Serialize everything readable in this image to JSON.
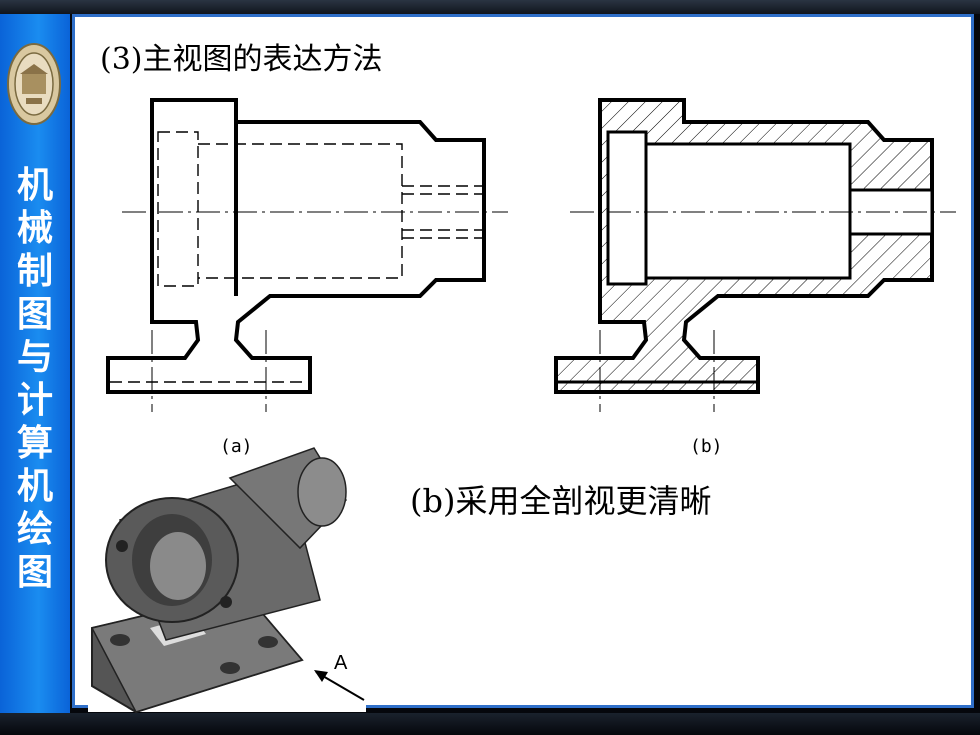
{
  "sidebar": {
    "title_chars": [
      "机",
      "械",
      "制",
      "图",
      "与",
      "计",
      "算",
      "机",
      "绘",
      "图"
    ]
  },
  "slide": {
    "title": "(3)主视图的表达方法",
    "caption": "(b)采用全剖视更清晰",
    "label_a": "(a)",
    "label_b": "(b)",
    "arrow_label": "A"
  },
  "colors": {
    "sidebar": "#1a8cf0",
    "panel_border": "#2f6fc9",
    "background": "#05070c"
  }
}
